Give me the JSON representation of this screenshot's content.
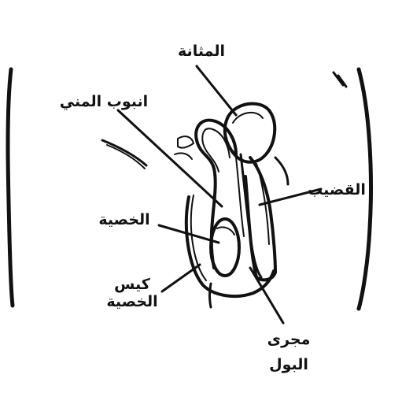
{
  "labels": {
    "bladder": "المثانة",
    "vas_deferens": "انبوب المني",
    "penis": "القضيب",
    "testis": "الخصية",
    "scrotum_line1": "كيس",
    "scrotum_line2": "الخصية",
    "urethra_line1": "مجرى",
    "urethra_line2": "البول"
  },
  "colors": {
    "ink": "#111111",
    "background": "#ffffff"
  }
}
